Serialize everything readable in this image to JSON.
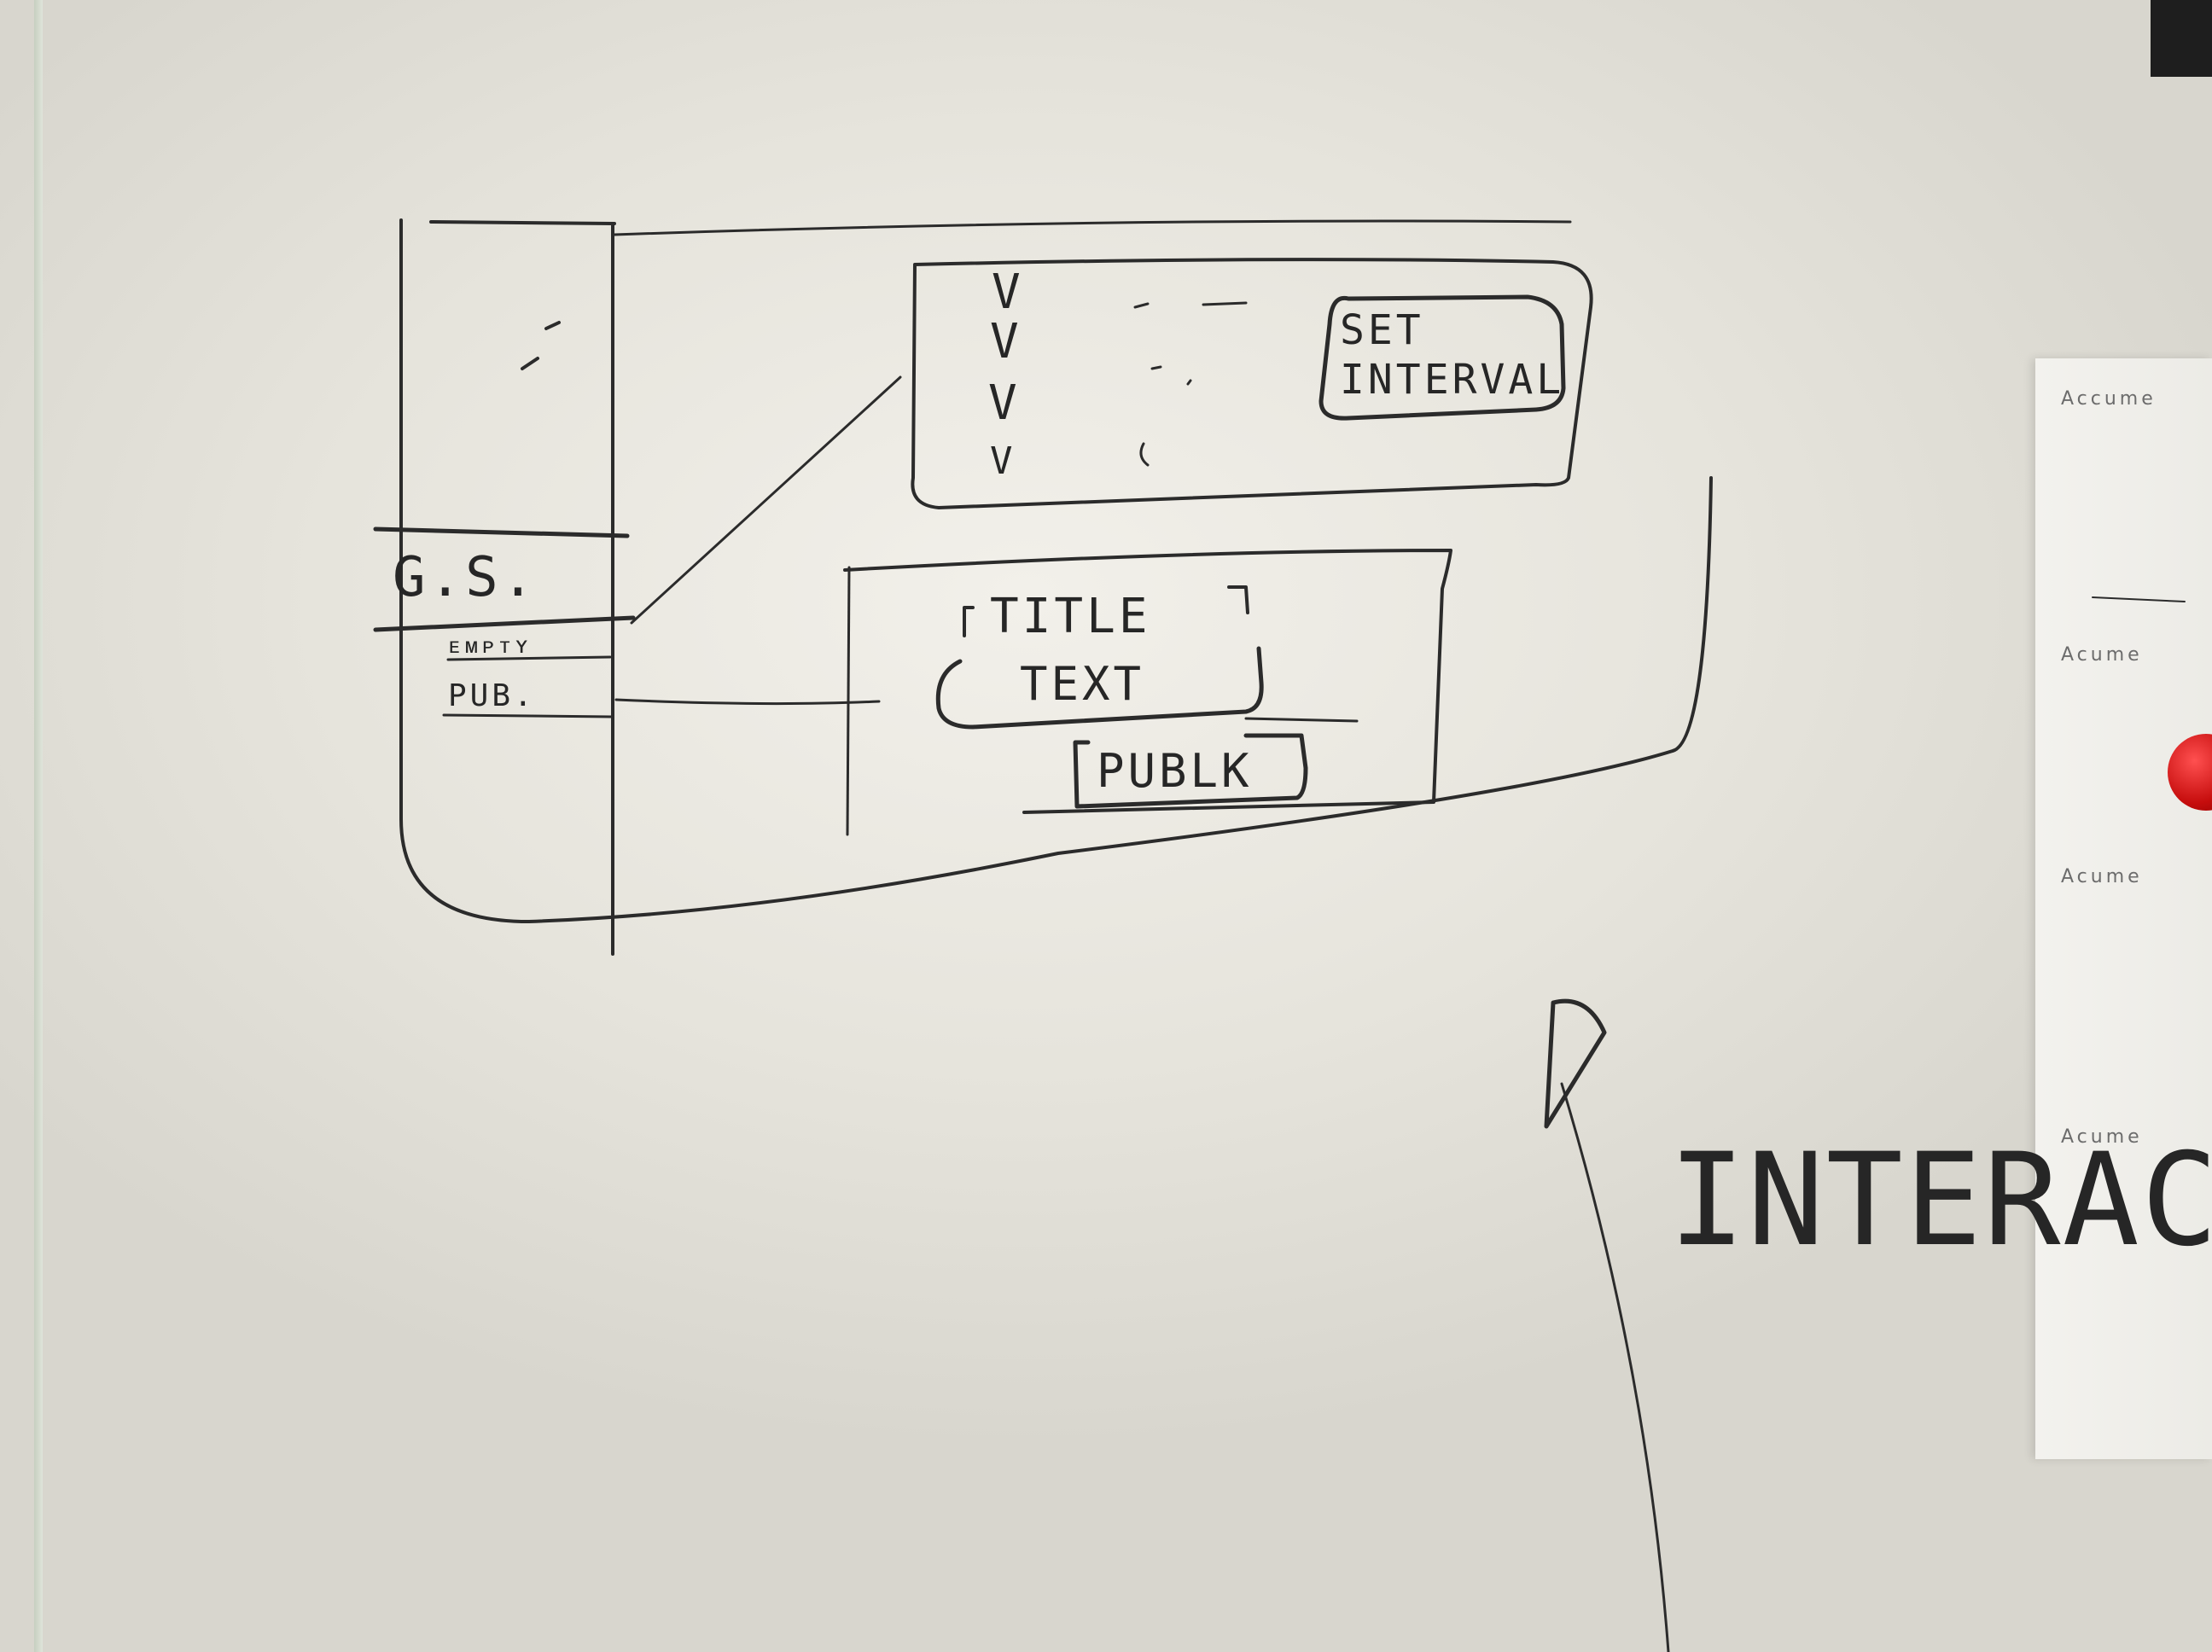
{
  "sketch": {
    "left_column": {
      "gs_label": "G.S.",
      "item_small": "ᴇᴍᴘᴛʏ",
      "item_pub": "PUB."
    },
    "top_panel": {
      "button_text": "SET INTERVAL",
      "checks": [
        "V",
        "V",
        "V",
        "V"
      ]
    },
    "bottom_panel": {
      "title_field": "TITLE",
      "text_field": "TEXT",
      "publish_button": "PUBLK"
    },
    "big_word": "INTERAC"
  },
  "paper_sheet": {
    "rows": [
      "Accume",
      "Acume",
      "Acume",
      "Acume"
    ]
  },
  "colors": {
    "ink": "#2b2b2b",
    "board": "#efede7",
    "magnet": "#d01515"
  }
}
